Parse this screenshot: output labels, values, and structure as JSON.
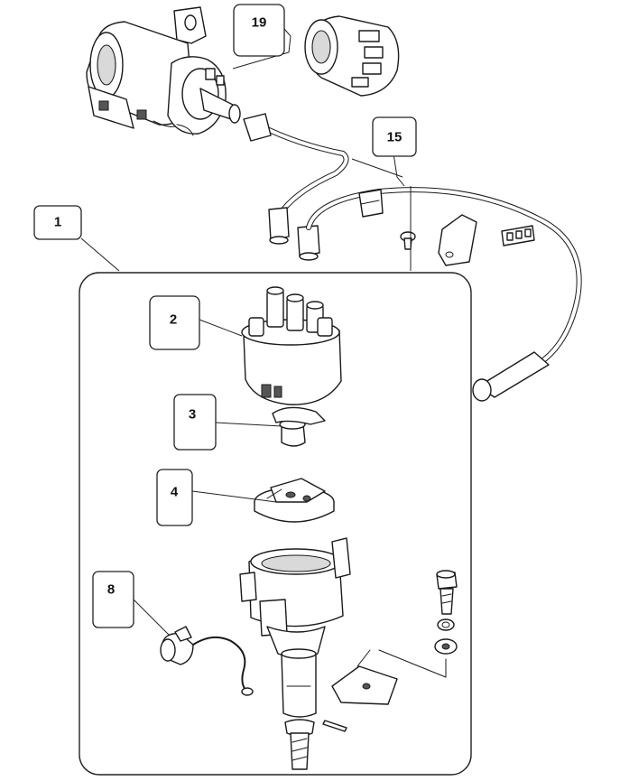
{
  "callouts": {
    "c1": "1",
    "c2": "2",
    "c3": "3",
    "c4": "4",
    "c8": "8",
    "c15": "15",
    "c19": "19"
  },
  "icons": [
    "ignition-coil-icon",
    "coil-boot-icon",
    "hv-lead-icon",
    "distributor-cap-icon",
    "rotor-icon",
    "breaker-plate-icon",
    "distributor-body-icon",
    "condenser-icon",
    "clamp-bolt-icon",
    "clamp-plate-icon"
  ]
}
